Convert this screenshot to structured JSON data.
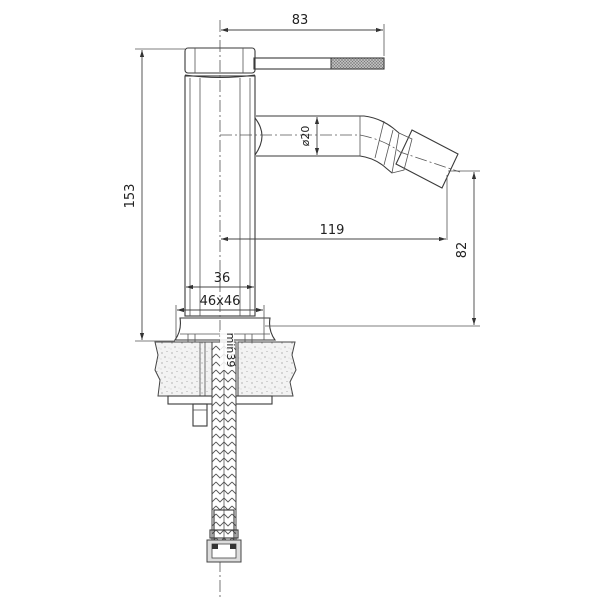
{
  "diagram": {
    "title": "Bidet mixer tap technical drawing",
    "units": "mm",
    "line_color": "#3a3a3a",
    "background": "#ffffff",
    "dimensions": {
      "handle_reach": "83",
      "total_height": "153",
      "spout_diameter": "ø20",
      "spout_reach": "119",
      "spout_outlet_height": "82",
      "body_diameter": "36",
      "base_size": "46x46",
      "min_hole": "min39"
    },
    "components": [
      "lever-handle",
      "knurled-handle-grip",
      "cartridge-cap",
      "tap-body",
      "spout",
      "aerator-nozzle",
      "base-flange",
      "countertop-section",
      "mounting-stud",
      "braided-hose",
      "hose-nut-fitting"
    ]
  }
}
